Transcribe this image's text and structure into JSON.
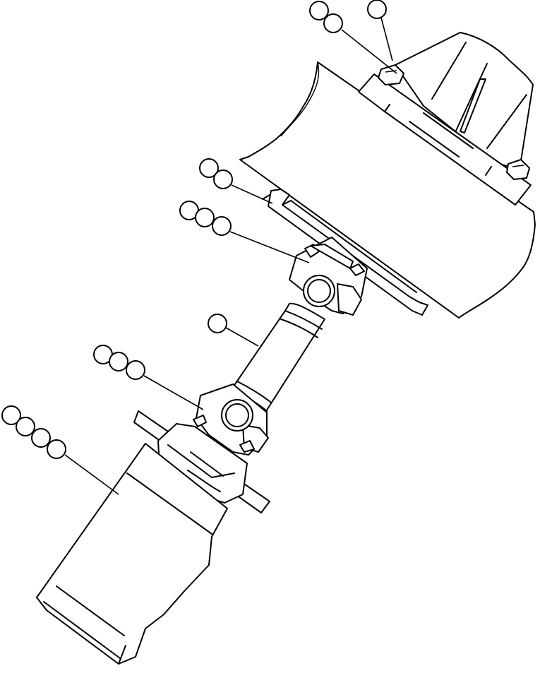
{
  "diagram": {
    "line_color": "#000000",
    "background": "#ffffff",
    "callouts": [
      {
        "id": "top-left",
        "count": 2
      },
      {
        "id": "top-right",
        "count": 1
      },
      {
        "id": "mount-plate",
        "count": 2
      },
      {
        "id": "upper-yoke",
        "count": 3
      },
      {
        "id": "drive-shaft",
        "count": 1
      },
      {
        "id": "lower-yoke",
        "count": 3
      },
      {
        "id": "lower-housing",
        "count": 4
      }
    ]
  }
}
